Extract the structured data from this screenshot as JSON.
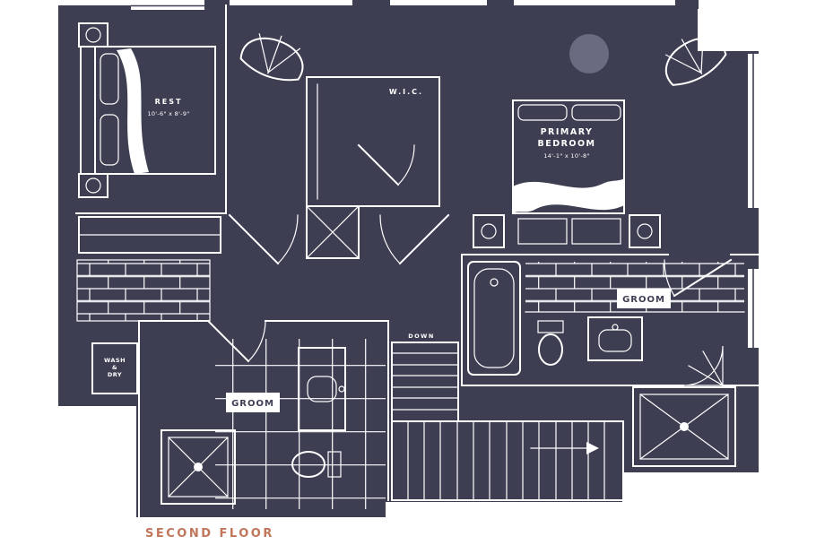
{
  "floor_label": "SECOND FLOOR",
  "rooms": {
    "rest": {
      "name": "REST",
      "dims": "10'-6\" x 8'-9\""
    },
    "wic": {
      "name": "W.I.C."
    },
    "primary_bedroom": {
      "name_line1": "PRIMARY",
      "name_line2": "BEDROOM",
      "dims": "14'-1\" x 10'-8\""
    },
    "bath_upper": {
      "label": "GROOM"
    },
    "bath_lower": {
      "label": "GROOM"
    },
    "laundry": {
      "line1": "WASH",
      "line2": "&",
      "line3": "DRY"
    },
    "stairs": {
      "label": "DOWN"
    }
  },
  "colors": {
    "background": "#ffffff",
    "plan_fill": "#3e3e53",
    "line": "#ffffff",
    "accent_text": "#c1765b",
    "label_box_bg": "#ffffff",
    "label_box_text": "#3e3e53",
    "furniture_fill": "#6a6a80"
  }
}
